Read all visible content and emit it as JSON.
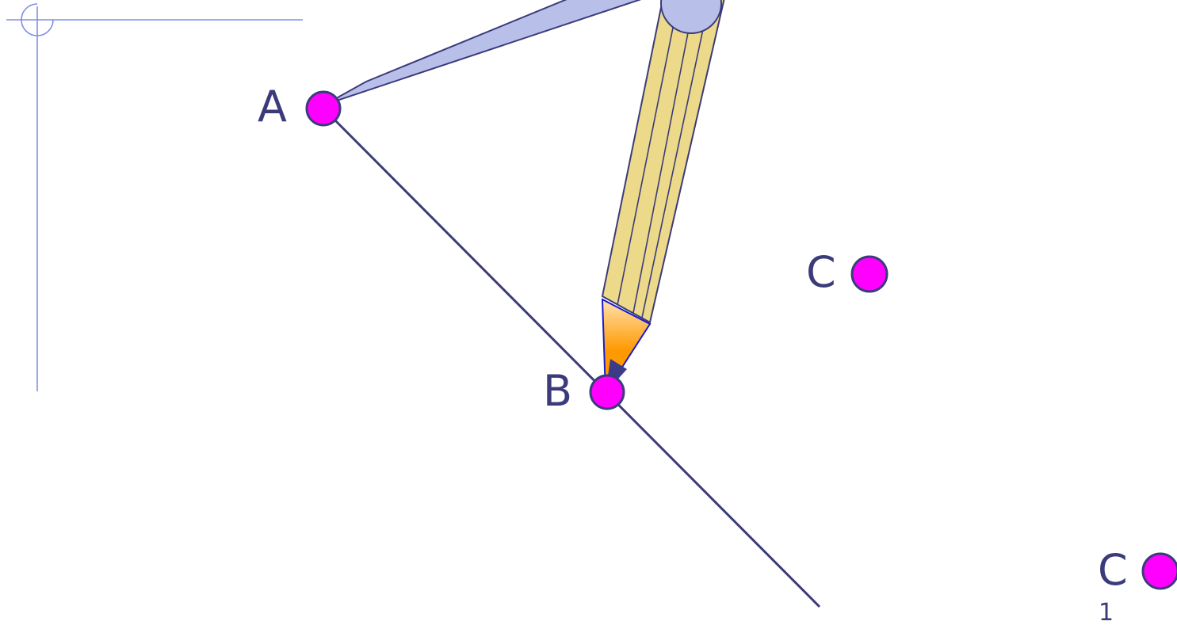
{
  "points": {
    "a": {
      "label": "A"
    },
    "b": {
      "label": "B"
    },
    "c1": {
      "label": "C"
    },
    "c2": {
      "label": "C"
    }
  },
  "slide": {
    "page_number": "1"
  },
  "colors": {
    "point_fill": "#ff00ff",
    "point_stroke": "#3b3b7a",
    "line": "#3b3b7a",
    "frame_line": "#7f8fe6",
    "compass_leg": "#b8c0ea",
    "pencil_body": "#ecd98a",
    "pencil_tip": "#ff9900",
    "pencil_lead": "#3b3b8a"
  },
  "icons": {
    "compass": "compass-icon",
    "pencil": "pencil-icon",
    "crosshair": "crosshair-icon"
  }
}
